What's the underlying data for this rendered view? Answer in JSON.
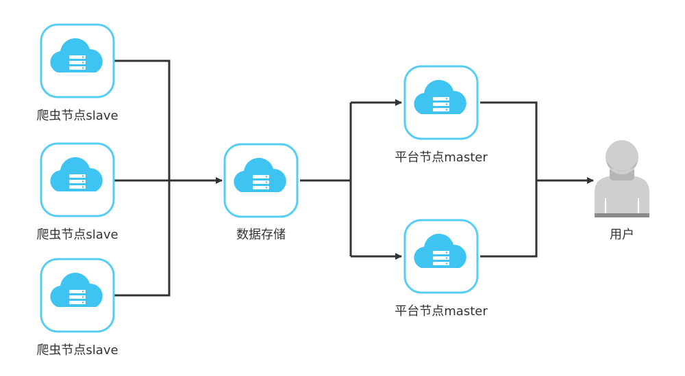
{
  "colors": {
    "tile_border": "#56cdf5",
    "cloud": "#3fc4f2",
    "server_bar": "#ffffff",
    "connector": "#333333",
    "user_body": "#cfcfcf",
    "user_shade": "#8a8a8a"
  },
  "icons": {
    "node": "cloud-server-icon",
    "user": "user-icon"
  },
  "nodes": {
    "slave_top": {
      "label": "爬虫节点slave"
    },
    "slave_mid": {
      "label": "爬虫节点slave"
    },
    "slave_bottom": {
      "label": "爬虫节点slave"
    },
    "storage": {
      "label": "数据存储"
    },
    "master_top": {
      "label": "平台节点master"
    },
    "master_bottom": {
      "label": "平台节点master"
    },
    "user": {
      "label": "用户"
    }
  }
}
